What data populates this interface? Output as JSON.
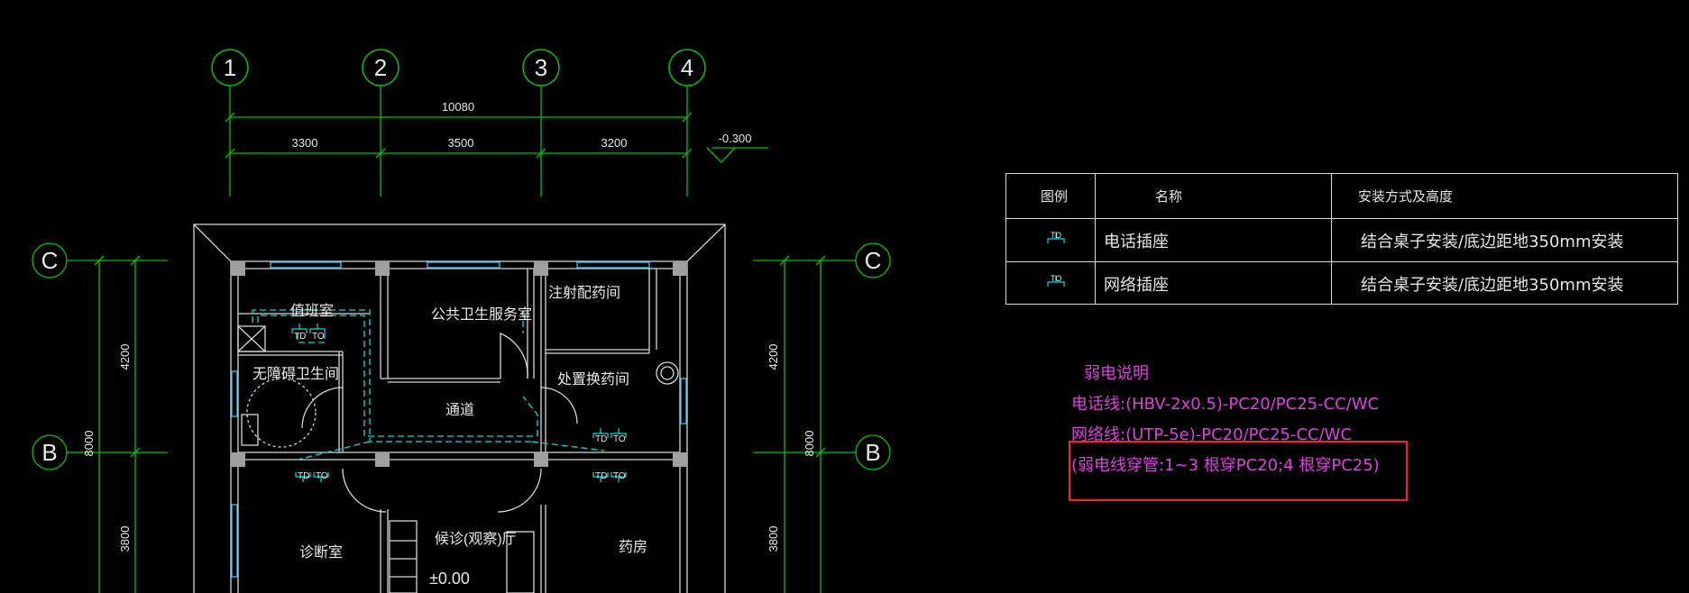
{
  "axes": {
    "top": [
      "1",
      "2",
      "3",
      "4"
    ],
    "left": [
      "C",
      "B"
    ],
    "right": [
      "C",
      "B"
    ]
  },
  "dims": {
    "total": "10080",
    "spans": [
      "3300",
      "3500",
      "3200"
    ],
    "level": "-0.300",
    "left_vertical": [
      "4200",
      "8000",
      "3800"
    ],
    "right_vertical": [
      "4200",
      "8000",
      "3800"
    ]
  },
  "rooms": {
    "duty": "值班室",
    "public_health": "公共卫生服务室",
    "injection": "注射配药间",
    "accessible_wc": "无障碍卫生间",
    "treatment": "处置换药间",
    "corridor": "通道",
    "diagnosis": "诊断室",
    "observation": "候诊(观察)厅",
    "pharmacy": "药房",
    "floor_level": "±0.00"
  },
  "sockets": {
    "td": "TD",
    "to": "TO"
  },
  "legend": {
    "headers": [
      "图例",
      "名称",
      "安装方式及高度"
    ],
    "rows": [
      {
        "symbol": "TD",
        "name": "电话插座",
        "install": "结合桌子安装/底边距地350mm安装"
      },
      {
        "symbol": "TO",
        "name": "网络插座",
        "install": "结合桌子安装/底边距地350mm安装"
      }
    ]
  },
  "notes": {
    "title": "弱电说明",
    "line1": "电话线:(HBV-2x0.5)-PC20/PC25-CC/WC",
    "line2": "网络线:(UTP-5e)-PC20/PC25-CC/WC",
    "line3": "(弱电线穿管:1~3 根穿PC20;4   根穿PC25)"
  },
  "colors": {
    "background": "#000000",
    "dimension": "#00c800",
    "wall": "#d8d8d8",
    "window": "#30c8ff",
    "wiring": "#00e0e0",
    "note": "#e040e0",
    "highlight": "#ff2020"
  }
}
